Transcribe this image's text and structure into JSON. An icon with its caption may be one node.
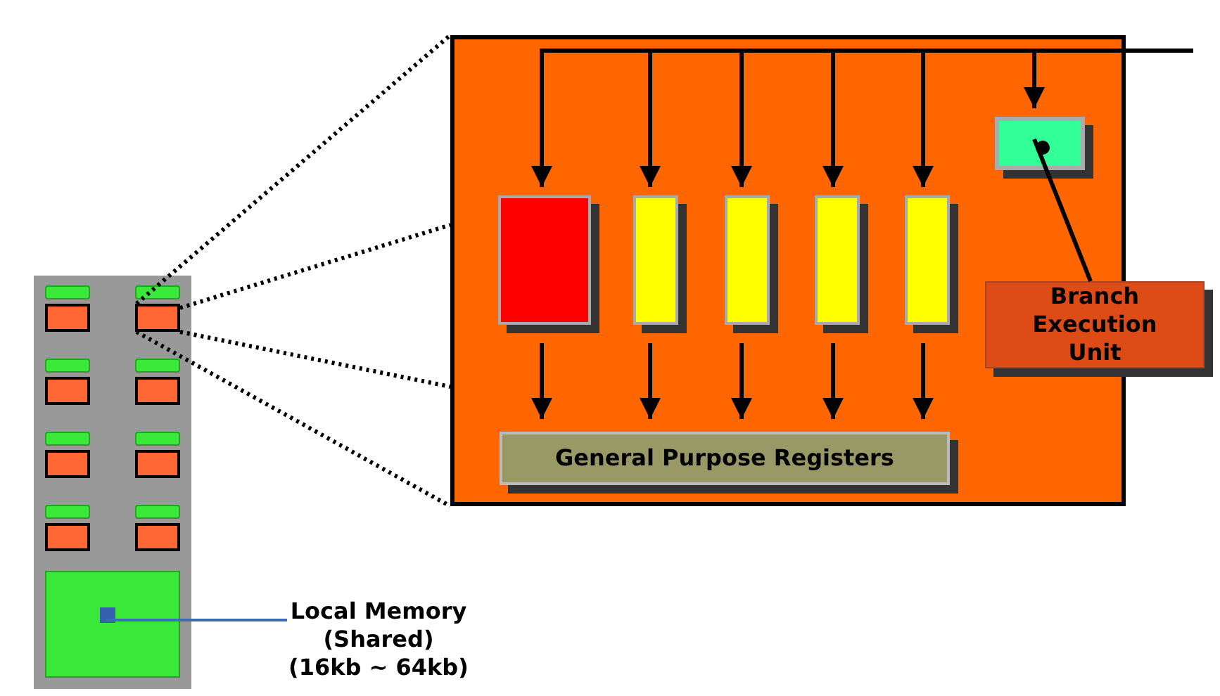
{
  "diagram": {
    "nodes": [
      {
        "text": [],
        "shape": "box"
      },
      {
        "text": [],
        "shape": "bar",
        "in": 0
      },
      {
        "text": [],
        "shape": "bar",
        "in": 0
      },
      {
        "text": [],
        "shape": "box",
        "in": 0
      },
      {
        "text": [],
        "shape": "box",
        "in": 0
      },
      {
        "text": [],
        "shape": "bar",
        "in": 0
      },
      {
        "text": [],
        "shape": "bar",
        "in": 0
      },
      {
        "text": [],
        "shape": "box",
        "in": 0
      },
      {
        "text": [],
        "shape": "box",
        "in": 0
      },
      {
        "text": [],
        "shape": "bar",
        "in": 0
      },
      {
        "text": [],
        "shape": "bar",
        "in": 0
      },
      {
        "text": [],
        "shape": "box",
        "in": 0
      },
      {
        "text": [],
        "shape": "box",
        "in": 0
      },
      {
        "text": [],
        "shape": "bar",
        "in": 0
      },
      {
        "text": [],
        "shape": "bar",
        "in": 0
      },
      {
        "text": [],
        "shape": "box",
        "in": 0
      },
      {
        "text": [],
        "shape": "box",
        "in": 0
      },
      {
        "text": [],
        "shape": "box",
        "in": 0
      },
      {
        "text": [
          "Local Memory (Shared) (16kb ~ 64kb)"
        ]
      },
      {
        "text": [],
        "shape": "box"
      },
      {
        "text": [],
        "shape": "box",
        "in": 19
      },
      {
        "text": [],
        "shape": "box",
        "in": 19
      },
      {
        "text": [],
        "shape": "box",
        "in": 19
      },
      {
        "text": [],
        "shape": "box",
        "in": 19
      },
      {
        "text": [],
        "shape": "box",
        "in": 19
      },
      {
        "text": [],
        "shape": "box",
        "in": 19
      },
      {
        "text": [
          "General Purpose Registers"
        ],
        "in": 19
      },
      {
        "text": [
          "Branch Execution Unit"
        ]
      }
    ],
    "edges": [
      {
        "from": 4,
        "to": 19,
        "arrow": "none",
        "style": "dashed"
      },
      {
        "from": 4,
        "to": 19,
        "arrow": "none",
        "style": "dashed"
      },
      {
        "from": 4,
        "to": 19,
        "arrow": "none",
        "style": "dashed"
      },
      {
        "from": 4,
        "to": 19,
        "arrow": "none",
        "style": "dashed"
      },
      {
        "from": 18,
        "to": 17,
        "arrow": "none",
        "color": "#3a6bb5"
      },
      {
        "from": null,
        "to": 20,
        "arrow": "to"
      },
      {
        "from": null,
        "to": 21,
        "arrow": "to"
      },
      {
        "from": null,
        "to": 22,
        "arrow": "to"
      },
      {
        "from": null,
        "to": 23,
        "arrow": "to"
      },
      {
        "from": null,
        "to": 24,
        "arrow": "to"
      },
      {
        "from": null,
        "to": 25,
        "arrow": "to"
      },
      {
        "from": 20,
        "to": 26,
        "arrow": "to"
      },
      {
        "from": 21,
        "to": 26,
        "arrow": "to"
      },
      {
        "from": 22,
        "to": 26,
        "arrow": "to"
      },
      {
        "from": 23,
        "to": 26,
        "arrow": "to"
      },
      {
        "from": 24,
        "to": 26,
        "arrow": "to"
      },
      {
        "from": 27,
        "to": 25,
        "arrow": "none"
      }
    ]
  }
}
